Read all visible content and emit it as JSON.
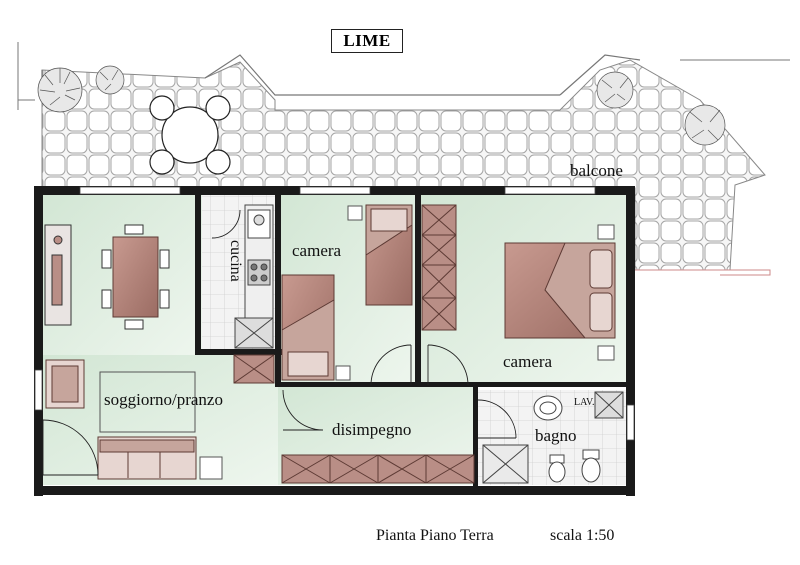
{
  "title": "LIME",
  "caption": {
    "plan": "Pianta Piano Terra",
    "scale": "scala 1:50"
  },
  "rooms": {
    "balcone": "balcone",
    "cucina": "cucina",
    "camera_left": "camera",
    "camera_right": "camera",
    "soggiorno": "soggiorno/pranzo",
    "disimpegno": "disimpegno",
    "bagno": "bagno",
    "lav": "LAV."
  },
  "colors": {
    "wall": "#1a1a1a",
    "floor_green": "#dfeee0",
    "furniture": "#b98e86",
    "furniture_dark": "#8c5f57",
    "terrace_tile": "#ffffff",
    "terrace_line": "#9a9a9a",
    "bathroom_floor": "#f4f4f4"
  }
}
